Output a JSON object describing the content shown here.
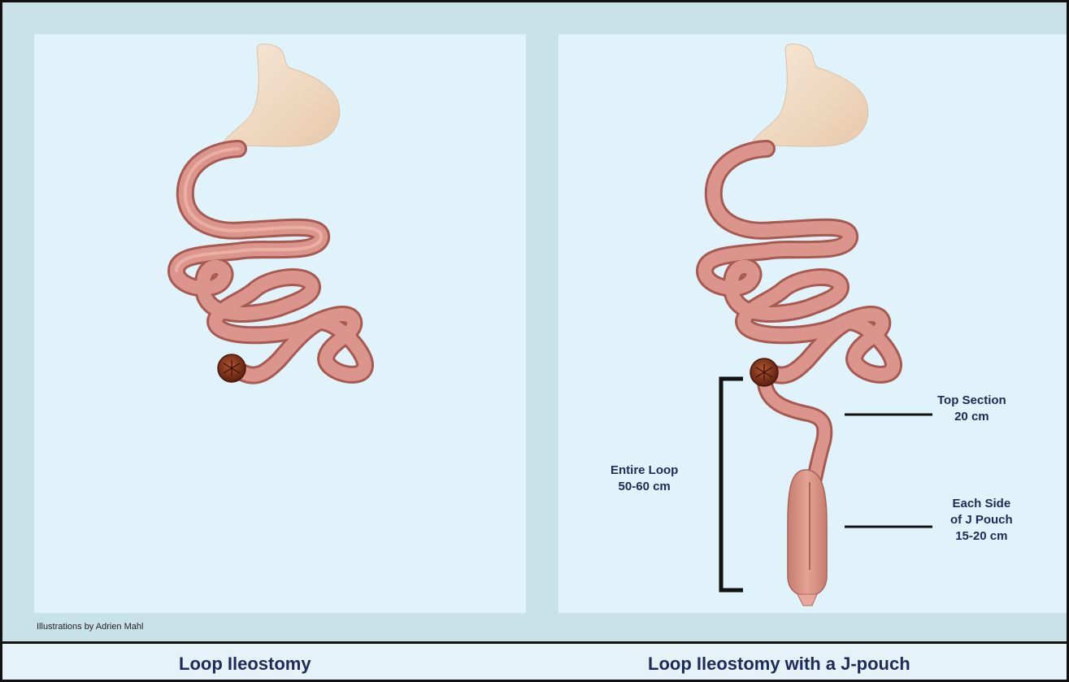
{
  "credit": "Illustrations by Adrien Mahl",
  "captions": {
    "left": "Loop Ileostomy",
    "right": "Loop Ileostomy with a J-pouch"
  },
  "labels": {
    "entire_loop": [
      "Entire Loop",
      "50-60 cm"
    ],
    "top_section": [
      "Top Section",
      "20 cm"
    ],
    "each_side": [
      "Each Side",
      "of J Pouch",
      "15-20 cm"
    ]
  },
  "colors": {
    "text": "#1f2a5c",
    "panel": "#e0f2fa",
    "frame": "#c9e2e8",
    "intestine": "#d98b85",
    "stomach": "#f1dcc5",
    "stoma": "#7a2f1c"
  }
}
